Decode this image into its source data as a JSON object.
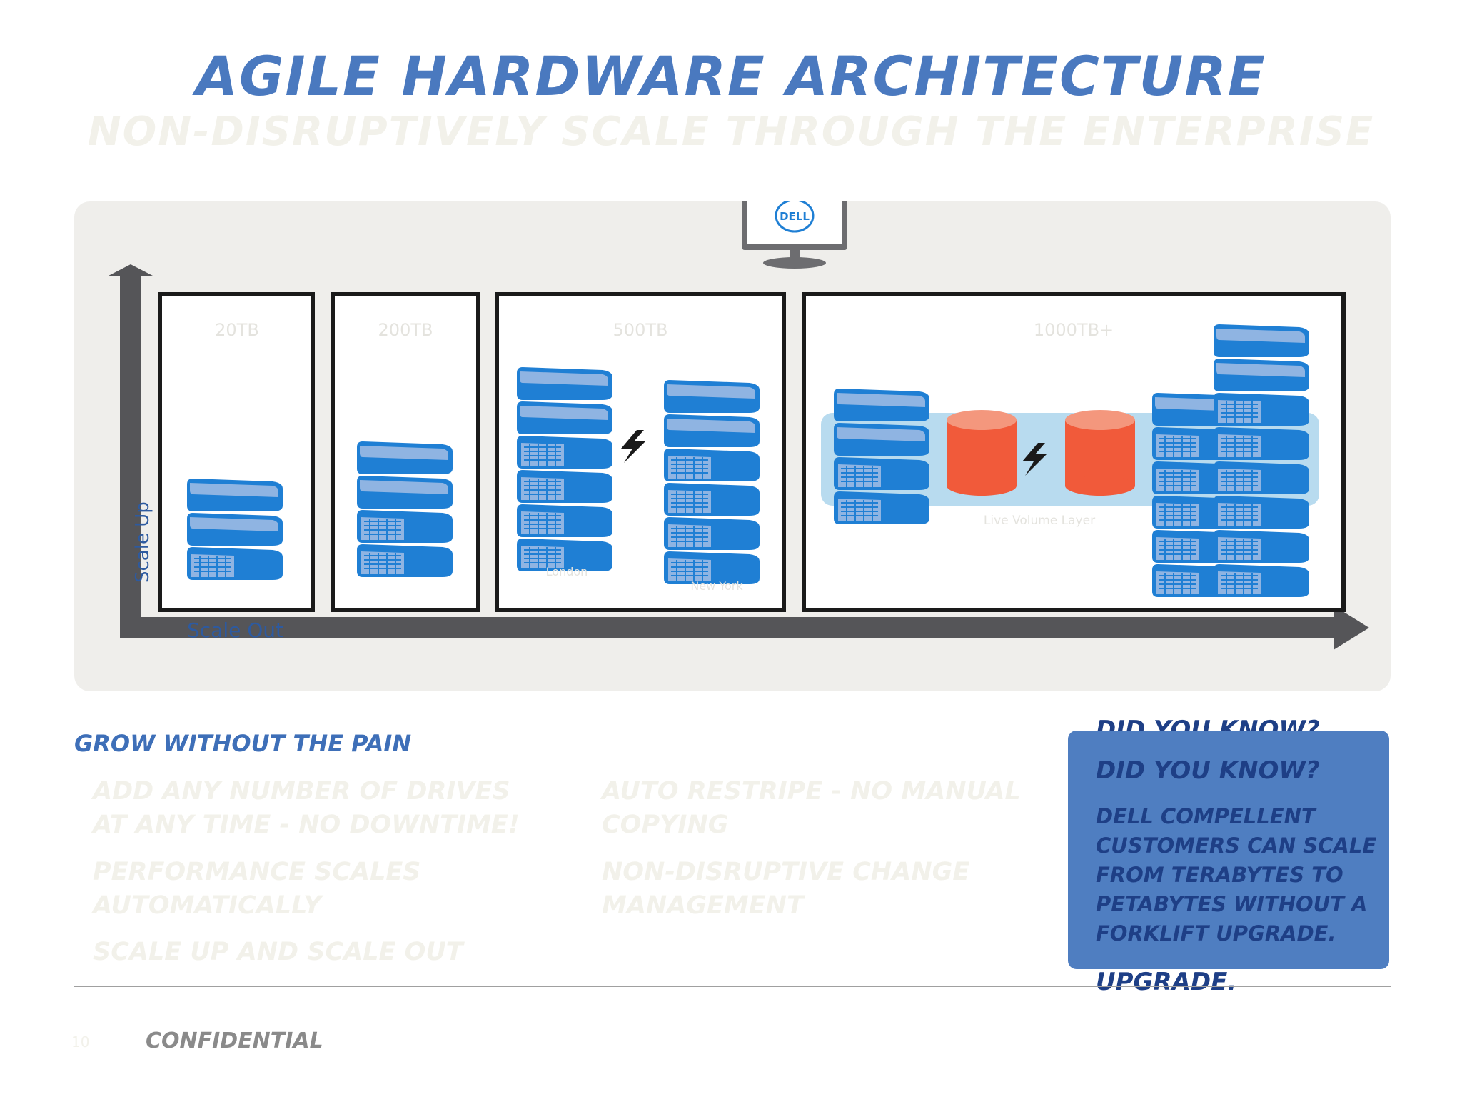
{
  "title": "Agile hardware architecture",
  "subtitle": "Non-disruptively scale through the enterprise",
  "diagram": {
    "management_label": "",
    "monitor_logo": "DELL",
    "monitor_side_label": "",
    "stages": [
      {
        "capacity": "20TB"
      },
      {
        "capacity": "200TB"
      },
      {
        "capacity": "500TB",
        "site_left": "London",
        "site_right": "New York"
      },
      {
        "capacity": "1000TB+",
        "layer_label": "Live Volume Layer"
      }
    ],
    "y_axis_label": "Scale Up",
    "x_axis_label": "Scale Out",
    "colors": {
      "storage": "#1f7fd4",
      "storage_light": "#8fb4e2",
      "db": "#f15a3a",
      "db_top": "#f4977d",
      "axis": "#555558",
      "layer": "#b8dbef"
    }
  },
  "benefits": {
    "heading": "Grow without the pain",
    "items": [
      "Add any number of drives at any time - no downtime!",
      "Performance scales automatically",
      "Scale up and scale out",
      "Auto restripe - no manual copying",
      "Non-disruptive change management"
    ]
  },
  "did_you_know": {
    "title": "Did you know?",
    "body": "Dell Compellent customers can scale from terabytes to petabytes without a forklift upgrade.",
    "overflow": "upgrade."
  },
  "footer": {
    "page_number": "10",
    "label": "Confidential"
  }
}
